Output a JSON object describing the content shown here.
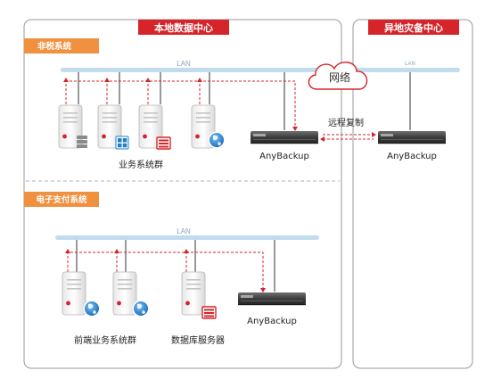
{
  "headers": {
    "local_datacenter": "本地数据中心",
    "remote_datacenter": "异地灾备中心"
  },
  "systems": {
    "tax": "非税系统",
    "payment": "电子支付系统"
  },
  "network": {
    "lan_label": "LAN",
    "cloud_label": "网络",
    "replication_label": "远程复制"
  },
  "labels": {
    "business_cluster": "业务系统群",
    "anybackup": "AnyBackup",
    "frontend_cluster": "前端业务系统群",
    "db_server": "数据库服务器"
  },
  "colors": {
    "accent_red": "#d6242b",
    "system_orange": "#f0913f",
    "lan_blue": "#c2dcef",
    "frame_gray": "#8c8c8c"
  }
}
